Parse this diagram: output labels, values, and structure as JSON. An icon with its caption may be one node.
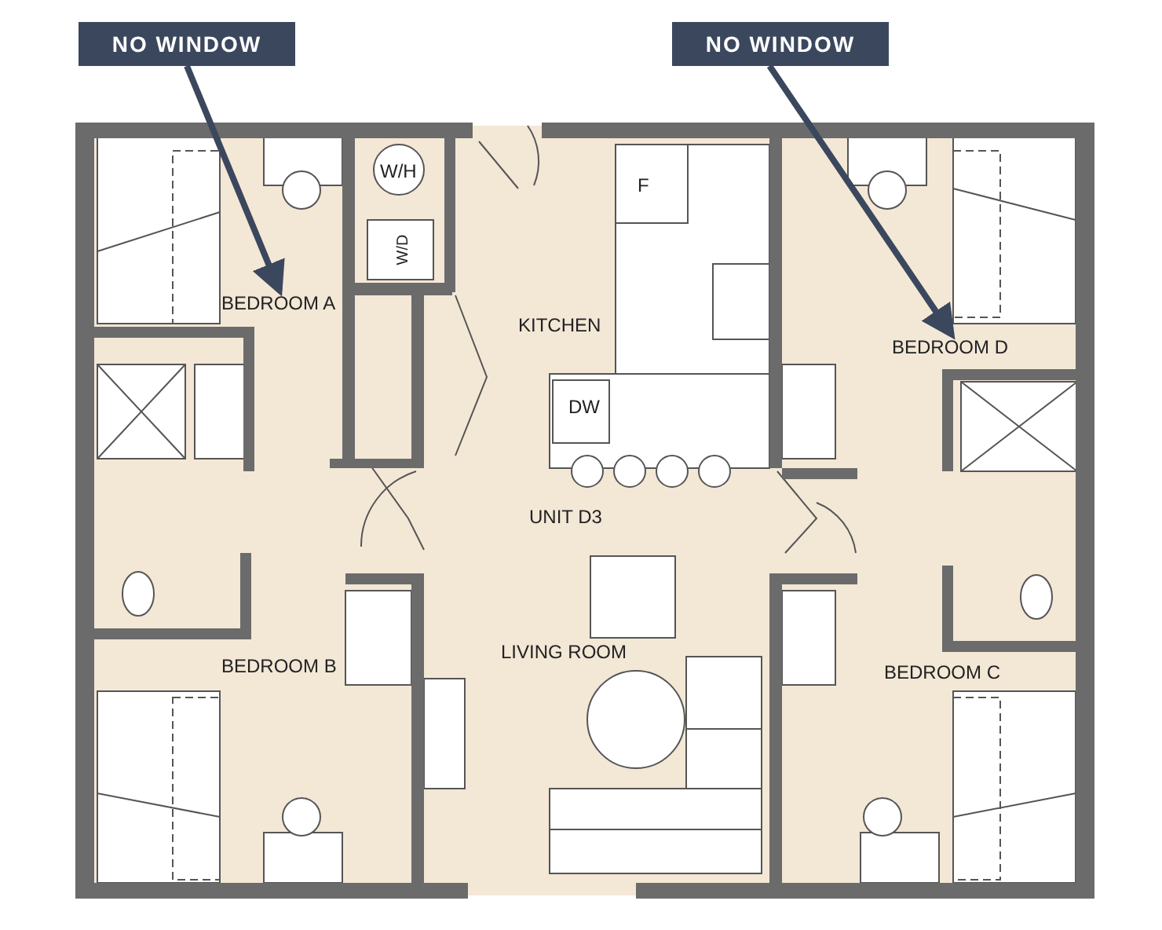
{
  "diagram": {
    "nodes": [
      {
        "text": [
          "NO WINDOW"
        ]
      },
      {
        "text": [
          "NO WINDOW"
        ]
      },
      {
        "text": [
          "BEDROOM A"
        ]
      },
      {
        "text": [
          "BEDROOM D"
        ]
      }
    ],
    "edges": [
      {
        "from": 0,
        "to": 2,
        "arrow": "to"
      },
      {
        "from": 1,
        "to": 3,
        "arrow": "to"
      }
    ],
    "labels": [
      "W/H",
      "W/D",
      "F",
      "KITCHEN",
      "DW",
      "UNIT D3",
      "LIVING ROOM",
      "BEDROOM B",
      "BEDROOM C"
    ]
  }
}
